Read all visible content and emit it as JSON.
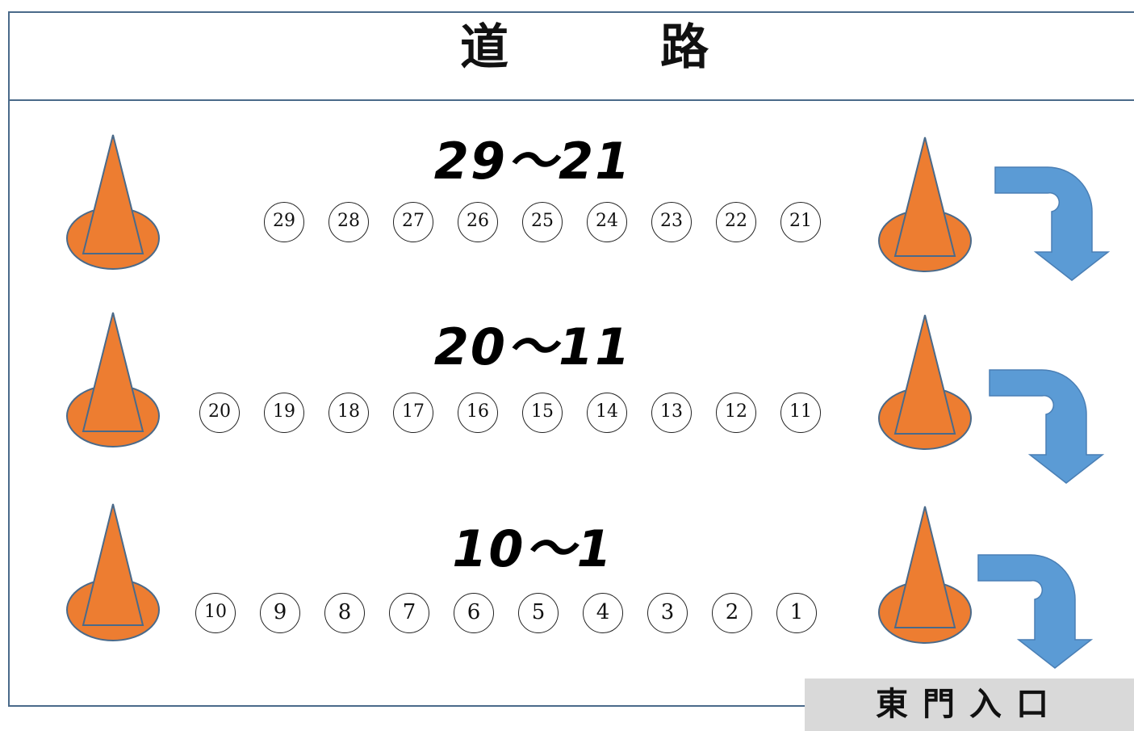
{
  "road": {
    "chars": [
      "道",
      "路"
    ]
  },
  "rows": [
    {
      "title": "29～21",
      "numbers": [
        "29",
        "28",
        "27",
        "26",
        "25",
        "24",
        "23",
        "22",
        "21"
      ]
    },
    {
      "title": "20～11",
      "numbers": [
        "20",
        "19",
        "18",
        "17",
        "16",
        "15",
        "14",
        "13",
        "12",
        "11"
      ]
    },
    {
      "title": "10～1",
      "numbers": [
        "10",
        "9",
        "8",
        "7",
        "6",
        "5",
        "4",
        "3",
        "2",
        "1"
      ]
    }
  ],
  "gate": {
    "label": "東門入口"
  },
  "colors": {
    "cone_fill": "#ed7d31",
    "cone_stroke": "#4a6a8a",
    "arrow_fill": "#5b9bd5",
    "border": "#4a6a8a",
    "gate_bg": "#d9d9d9"
  }
}
